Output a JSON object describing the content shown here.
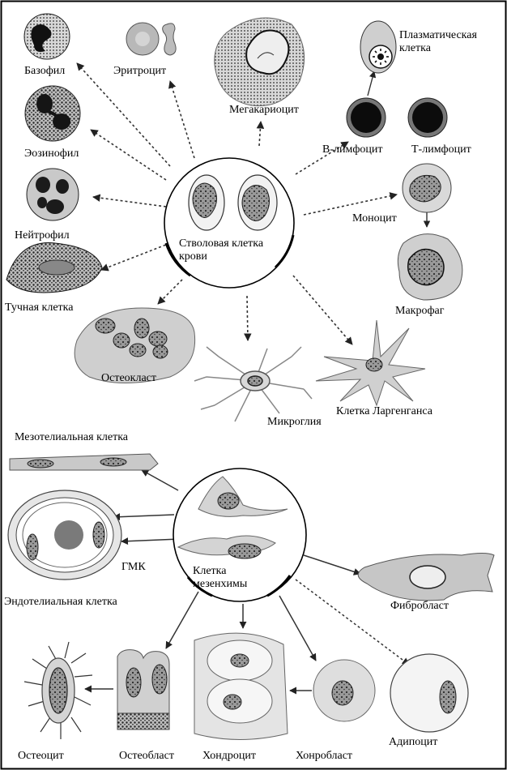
{
  "top_group": {
    "center_label": "Стволовая клетка крови",
    "cells": {
      "basophil": "Базофил",
      "erythrocyte": "Эритроцит",
      "megakaryocyte": "Мегакариоцит",
      "plasma_cell": "Плазматическая клетка",
      "b_lymphocyte": "В-лимфоцит",
      "t_lymphocyte": "Т-лимфоцит",
      "eosinophil": "Эозинофил",
      "neutrophil": "Нейтрофил",
      "monocyte": "Моноцит",
      "mast_cell": "Тучная клетка",
      "macrophage": "Макрофаг",
      "osteoclast": "Остеокласт",
      "microglia": "Микроглия",
      "langerhans_cell": "Клетка Ларгенганса"
    }
  },
  "bottom_group": {
    "center_label": "Клетка мезенхимы",
    "cells": {
      "mesothelial_cell": "Мезотелиальная клетка",
      "smc": "ГМК",
      "endothelial_cell": "Эндотелиальная клетка",
      "fibroblast": "Фибробласт",
      "osteocyte": "Остеоцит",
      "osteoblast": "Остеобласт",
      "chondrocyte": "Хондроцит",
      "chondroblast": "Хонробласт",
      "adipocyte": "Адипоцит"
    }
  }
}
